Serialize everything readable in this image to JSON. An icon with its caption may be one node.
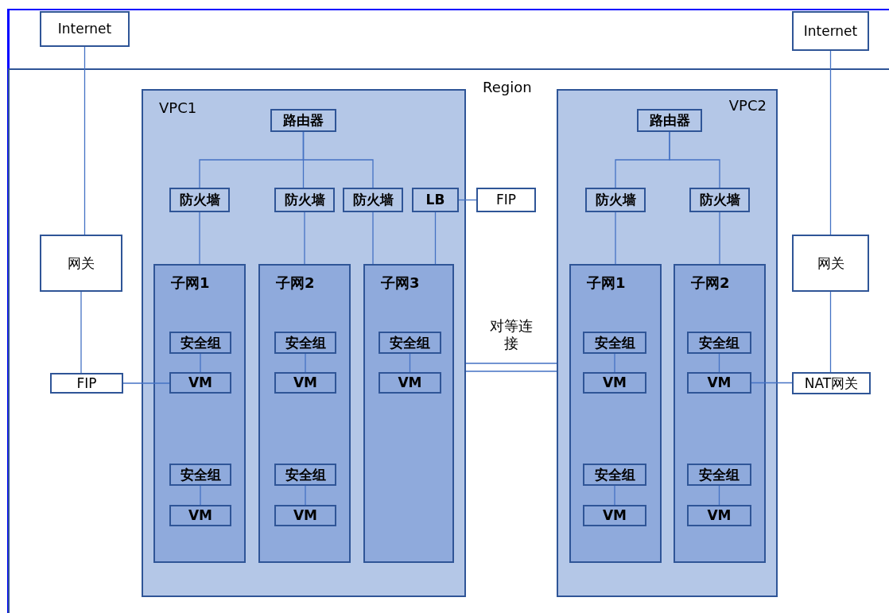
{
  "diagram": {
    "nodes": [
      {
        "text": [
          "Region"
        ]
      },
      {
        "text": [
          "Internet"
        ]
      },
      {
        "text": [
          "Internet"
        ]
      },
      {
        "text": [
          "网关"
        ],
        "in": 0
      },
      {
        "text": [
          "FIP"
        ],
        "in": 0
      },
      {
        "text": [
          "VPC1"
        ],
        "in": 0
      },
      {
        "text": [
          "路由器"
        ],
        "in": 5
      },
      {
        "text": [
          "防火墙"
        ],
        "in": 5
      },
      {
        "text": [
          "防火墙"
        ],
        "in": 5
      },
      {
        "text": [
          "防火墙"
        ],
        "in": 5
      },
      {
        "text": [
          "LB"
        ],
        "in": 5
      },
      {
        "text": [
          "FIP"
        ],
        "in": 0
      },
      {
        "text": [
          "子网1"
        ],
        "in": 5
      },
      {
        "text": [
          "安全组"
        ],
        "in": 12
      },
      {
        "text": [
          "VM"
        ],
        "in": 12
      },
      {
        "text": [
          "安全组"
        ],
        "in": 12
      },
      {
        "text": [
          "VM"
        ],
        "in": 12
      },
      {
        "text": [
          "子网2"
        ],
        "in": 5
      },
      {
        "text": [
          "安全组"
        ],
        "in": 17
      },
      {
        "text": [
          "VM"
        ],
        "in": 17
      },
      {
        "text": [
          "安全组"
        ],
        "in": 17
      },
      {
        "text": [
          "VM"
        ],
        "in": 17
      },
      {
        "text": [
          "子网3"
        ],
        "in": 5
      },
      {
        "text": [
          "安全组"
        ],
        "in": 22
      },
      {
        "text": [
          "VM"
        ],
        "in": 22
      },
      {
        "text": [
          "VPC2"
        ],
        "in": 0
      },
      {
        "text": [
          "路由器"
        ],
        "in": 25
      },
      {
        "text": [
          "防火墙"
        ],
        "in": 25
      },
      {
        "text": [
          "防火墙"
        ],
        "in": 25
      },
      {
        "text": [
          "子网1"
        ],
        "in": 25
      },
      {
        "text": [
          "安全组"
        ],
        "in": 29
      },
      {
        "text": [
          "VM"
        ],
        "in": 29
      },
      {
        "text": [
          "安全组"
        ],
        "in": 29
      },
      {
        "text": [
          "VM"
        ],
        "in": 29
      },
      {
        "text": [
          "子网2"
        ],
        "in": 25
      },
      {
        "text": [
          "安全组"
        ],
        "in": 34
      },
      {
        "text": [
          "VM"
        ],
        "in": 34
      },
      {
        "text": [
          "安全组"
        ],
        "in": 34
      },
      {
        "text": [
          "VM"
        ],
        "in": 34
      },
      {
        "text": [
          "网关"
        ],
        "in": 0
      },
      {
        "text": [
          "NAT网关"
        ],
        "in": 0
      }
    ],
    "edges": [
      {
        "from": 1,
        "to": 3,
        "arrow": "none"
      },
      {
        "from": 3,
        "to": 4,
        "arrow": "none"
      },
      {
        "from": 4,
        "to": 14,
        "arrow": "none"
      },
      {
        "from": 6,
        "to": 7,
        "arrow": "none"
      },
      {
        "from": 6,
        "to": 8,
        "arrow": "none"
      },
      {
        "from": 6,
        "to": 9,
        "arrow": "none"
      },
      {
        "from": 7,
        "to": 12,
        "arrow": "none"
      },
      {
        "from": 8,
        "to": 17,
        "arrow": "none"
      },
      {
        "from": 9,
        "to": 22,
        "arrow": "none"
      },
      {
        "from": 10,
        "to": 22,
        "arrow": "none"
      },
      {
        "from": 10,
        "to": 11,
        "arrow": "none"
      },
      {
        "from": 13,
        "to": 14,
        "arrow": "none"
      },
      {
        "from": 15,
        "to": 16,
        "arrow": "none"
      },
      {
        "from": 18,
        "to": 19,
        "arrow": "none"
      },
      {
        "from": 20,
        "to": 21,
        "arrow": "none"
      },
      {
        "from": 23,
        "to": 24,
        "arrow": "none"
      },
      {
        "from": 5,
        "to": 25,
        "arrow": "none",
        "label": "对等连接"
      },
      {
        "from": 26,
        "to": 27,
        "arrow": "none"
      },
      {
        "from": 26,
        "to": 28,
        "arrow": "none"
      },
      {
        "from": 27,
        "to": 29,
        "arrow": "none"
      },
      {
        "from": 28,
        "to": 34,
        "arrow": "none"
      },
      {
        "from": 30,
        "to": 31,
        "arrow": "none"
      },
      {
        "from": 32,
        "to": 33,
        "arrow": "none"
      },
      {
        "from": 35,
        "to": 36,
        "arrow": "none"
      },
      {
        "from": 37,
        "to": 38,
        "arrow": "none"
      },
      {
        "from": 2,
        "to": 39,
        "arrow": "none"
      },
      {
        "from": 39,
        "to": 40,
        "arrow": "none"
      },
      {
        "from": 36,
        "to": 40,
        "arrow": "none"
      }
    ]
  }
}
